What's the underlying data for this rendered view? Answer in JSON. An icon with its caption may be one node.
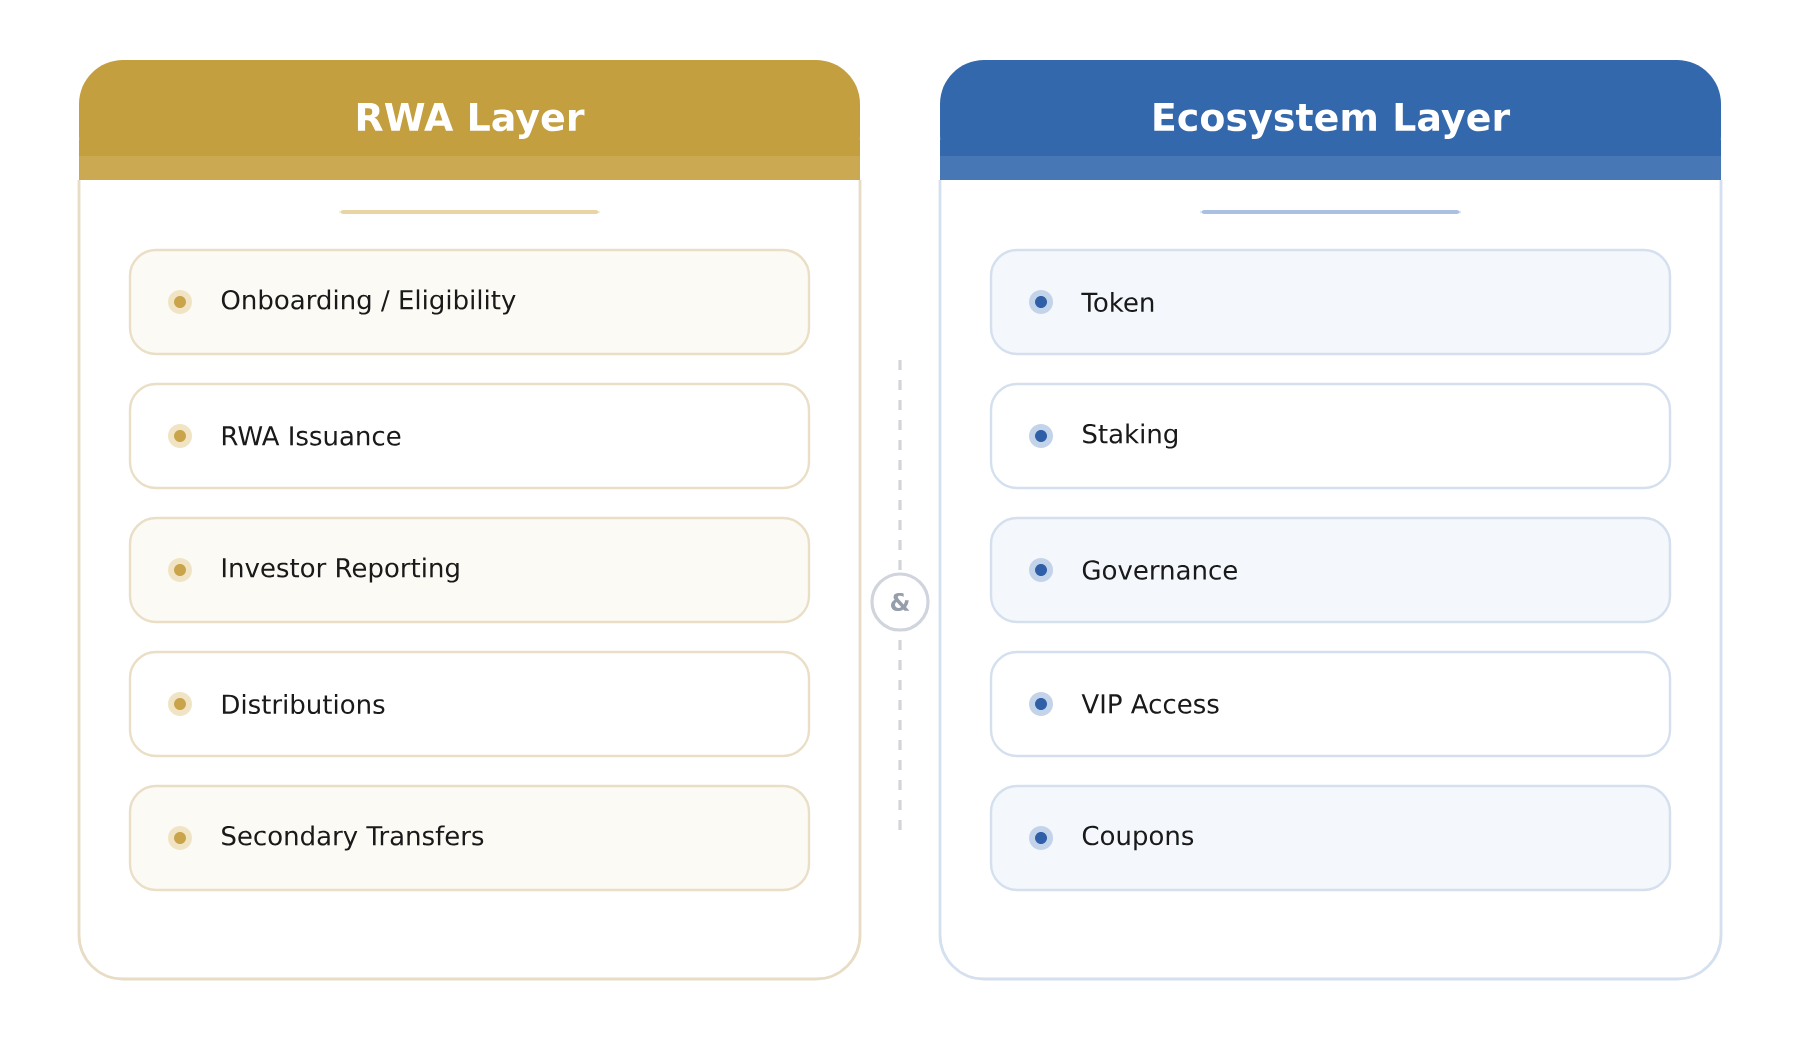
{
  "diagram": {
    "nodes": [
      {
        "text": [
          "RWA Layer"
        ]
      },
      {
        "text": [
          "Onboarding / Eligibility"
        ],
        "in": 0
      },
      {
        "text": [
          "RWA Issuance"
        ],
        "in": 0
      },
      {
        "text": [
          "Investor Reporting"
        ],
        "in": 0
      },
      {
        "text": [
          "Distributions"
        ],
        "in": 0
      },
      {
        "text": [
          "Secondary Transfers"
        ],
        "in": 0
      },
      {
        "text": [
          "Ecosystem Layer"
        ]
      },
      {
        "text": [
          "Token"
        ],
        "in": 6
      },
      {
        "text": [
          "Staking"
        ],
        "in": 6
      },
      {
        "text": [
          "Governance"
        ],
        "in": 6
      },
      {
        "text": [
          "VIP Access"
        ],
        "in": 6
      },
      {
        "text": [
          "Coupons"
        ],
        "in": 6
      },
      {
        "text": [
          "&"
        ]
      }
    ],
    "edges": []
  }
}
